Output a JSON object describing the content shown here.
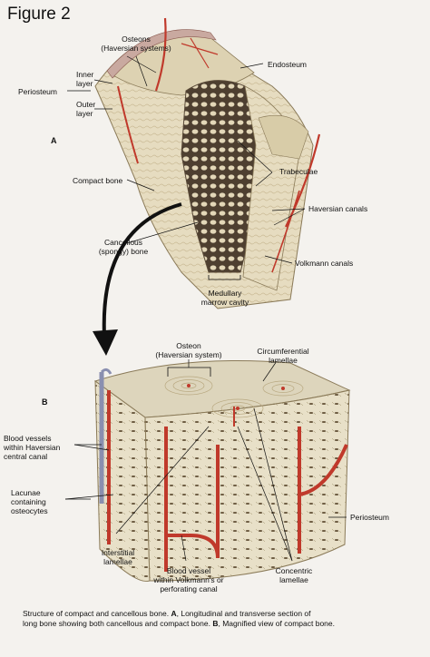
{
  "figure": {
    "title": "Figure 2",
    "panel_a": "A",
    "panel_b": "B"
  },
  "labels_a": {
    "osteons": "Osteons",
    "osteons_sub": "(Haversian systems)",
    "endosteum": "Endosteum",
    "inner": "Inner",
    "layer1": "layer",
    "outer": "Outer",
    "layer2": "layer",
    "periosteum": "Periosteum",
    "trabeculae": "Trabeculae",
    "compact_bone": "Compact bone",
    "haversian_canals": "Haversian canals",
    "cancellous": "Cancellous",
    "spongy": "(spongy) bone",
    "volkmann": "Volkmann canals",
    "medullary": "Medullary",
    "marrow": "marrow cavity"
  },
  "labels_b": {
    "osteon": "Osteon",
    "osteon_sub": "(Haversian system)",
    "circumferential": "Circumferential",
    "lamellae": "lamellae",
    "bv1": "Blood vessels",
    "bv2": "within Haversian",
    "bv3": "central canal",
    "lac1": "Lacunae",
    "lac2": "containing",
    "lac3": "osteocytes",
    "periosteum": "Periosteum",
    "interstitial": "Interstitial",
    "interstitial_l": "lamellae",
    "bvv1": "Blood vessel",
    "bvv2": "within Volkmann's or",
    "bvv3": "perforating canal",
    "concentric": "Concentric",
    "concentric_l": "lamellae"
  },
  "caption": {
    "line1_pre": "Structure of compact and cancellous bone. ",
    "a": "A",
    "line1_post": ", Longitudinal and transverse section of",
    "line2_pre": "long bone showing both cancellous and compact bone. ",
    "b": "B",
    "line2_post": ", Magnified view of compact bone."
  },
  "colors": {
    "bone": "#e6dcc0",
    "bone_dark": "#c9b994",
    "vessel_red": "#c0392b",
    "vessel_blue": "#8a8fb0",
    "marrow": "#5a4a38"
  }
}
